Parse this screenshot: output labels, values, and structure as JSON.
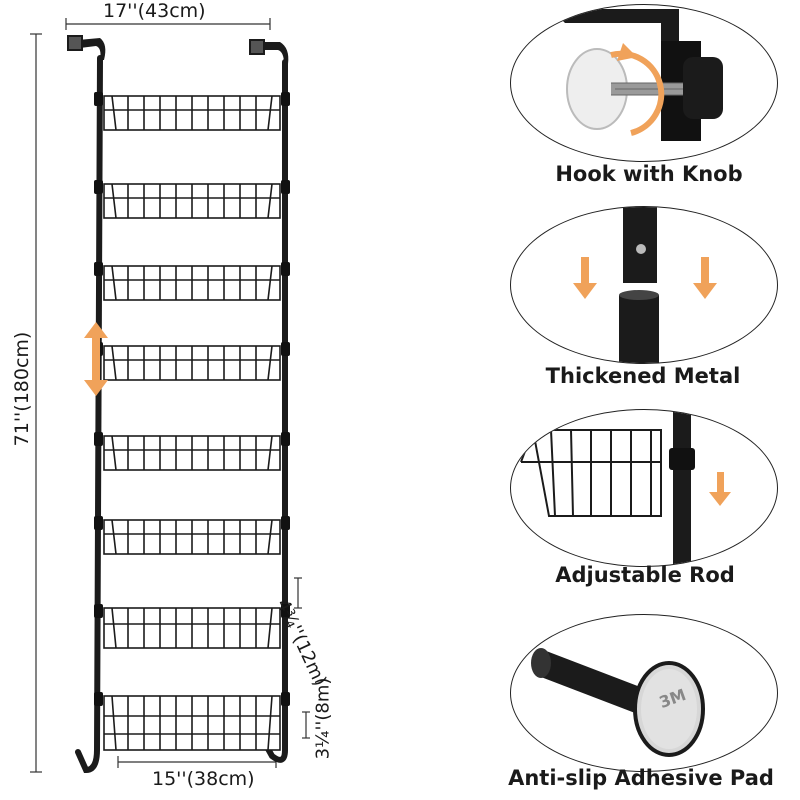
{
  "dimensions": {
    "width_top": "17''(43cm)",
    "height": "71''(180cm)",
    "width_bottom": "15''(38cm)",
    "gap_upper": "4¾''(12m)",
    "gap_lower": "3¼''(8m)"
  },
  "features": [
    {
      "caption": "Hook with Knob",
      "icon": "hook-knob"
    },
    {
      "caption": "Thickened Metal",
      "icon": "tube-joint"
    },
    {
      "caption": "Adjustable Rod",
      "icon": "basket-rod"
    },
    {
      "caption": "Anti-slip Adhesive Pad",
      "icon": "adhesive-pad"
    }
  ],
  "pad_lettering": "3M",
  "colors": {
    "frame": "#1b1b1b",
    "accent_arrow": "#f0a25a",
    "background": "#ffffff"
  }
}
